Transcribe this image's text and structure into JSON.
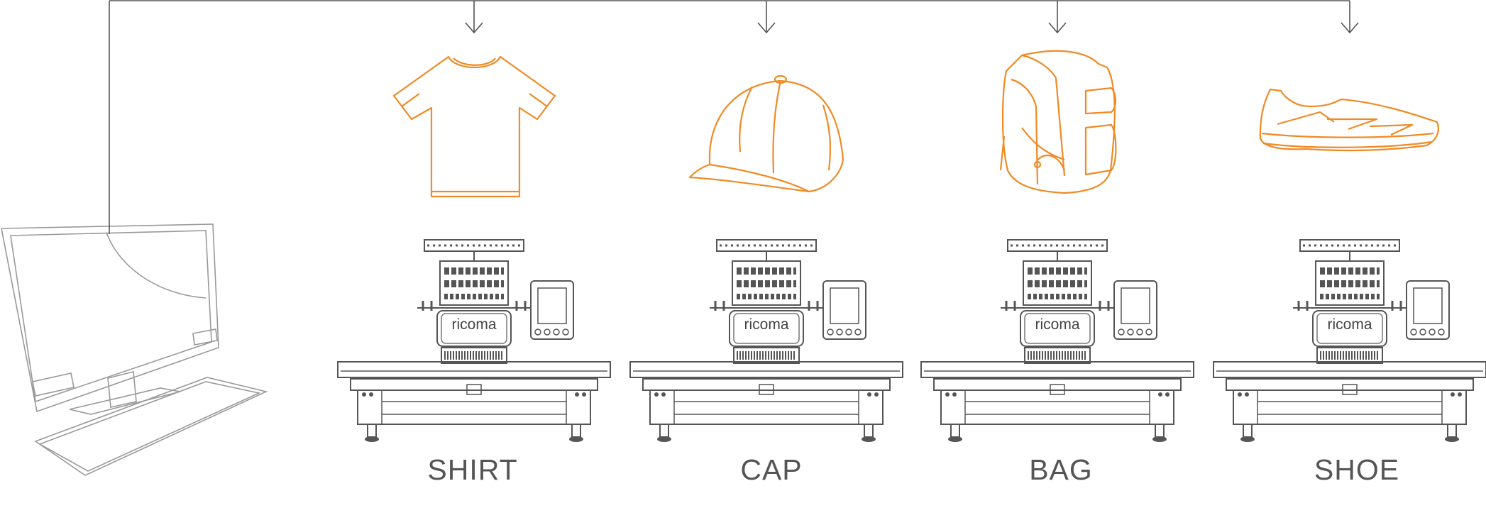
{
  "brand": "ricoma",
  "items": [
    {
      "label": "SHIRT",
      "icon": "tshirt-icon"
    },
    {
      "label": "CAP",
      "icon": "cap-icon"
    },
    {
      "label": "BAG",
      "icon": "backpack-icon"
    },
    {
      "label": "SHOE",
      "icon": "shoe-icon"
    }
  ],
  "colors": {
    "accent": "#f08a24",
    "line": "#555555",
    "computer": "#999999",
    "label": "#555555"
  }
}
